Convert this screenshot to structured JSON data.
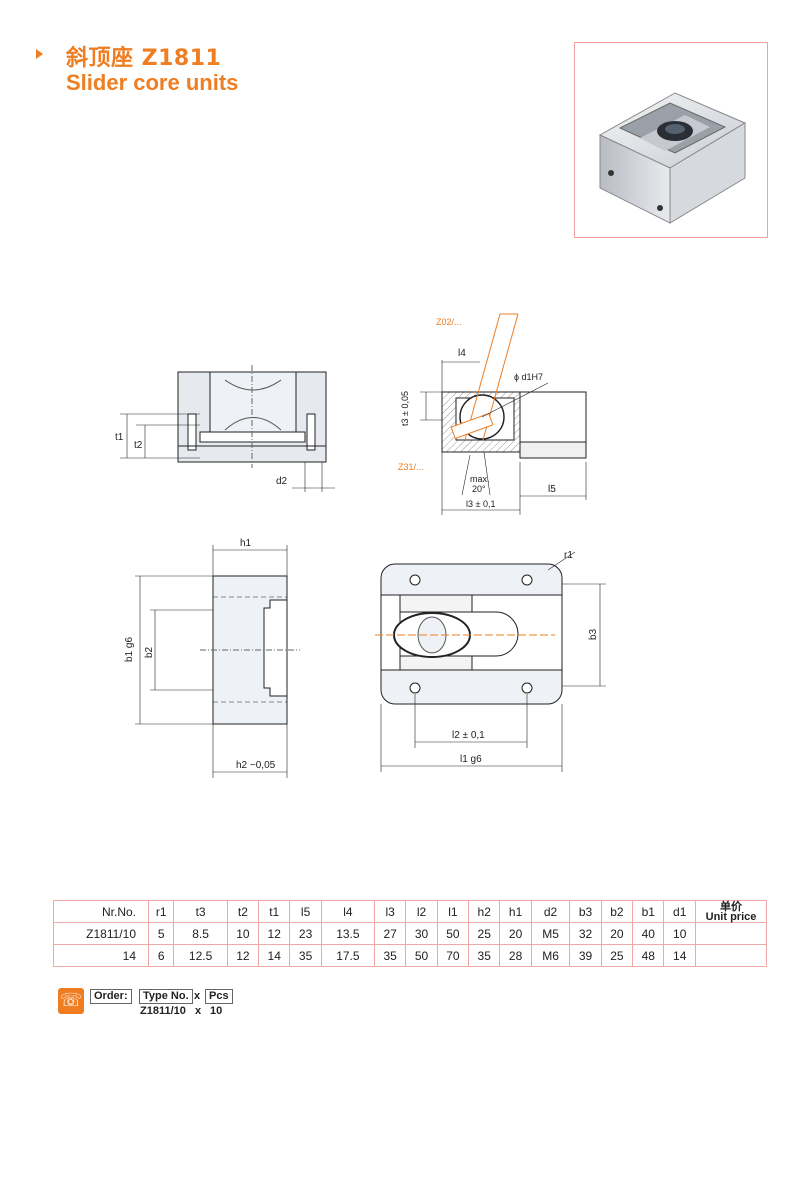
{
  "header": {
    "title_cn": "斜顶座 Z1811",
    "title_en": "Slider core units"
  },
  "colors": {
    "accent": "#ef7d22",
    "table_border": "#f0a8a8",
    "dim_orange": "#ef7d22"
  },
  "drawing_labels": {
    "t1": "t1",
    "t2": "t2",
    "d2": "d2",
    "z02": "Z02/...",
    "z31": "Z31/...",
    "l4": "l4",
    "d1": "ϕ d1H7",
    "t3": "t3 ± 0,05",
    "max": "max.",
    "angle": "20°",
    "l3": "l3 ± 0,1",
    "l5": "l5",
    "h1": "h1",
    "b1": "b1 g6",
    "b2": "b2",
    "h2": "h2 −0,05",
    "r1": "r1",
    "b3": "b3",
    "l2": "l2 ± 0,1",
    "l1": "l1 g6"
  },
  "table": {
    "headers": [
      "Nr.No.",
      "r1",
      "t3",
      "t2",
      "t1",
      "l5",
      "l4",
      "l3",
      "l2",
      "l1",
      "h2",
      "h1",
      "d2",
      "b3",
      "b2",
      "b1",
      "d1"
    ],
    "price_cn": "单价",
    "price_en": "Unit price",
    "rows": [
      [
        "Z1811/10",
        "5",
        "8.5",
        "10",
        "12",
        "23",
        "13.5",
        "27",
        "30",
        "50",
        "25",
        "20",
        "M5",
        "32",
        "20",
        "40",
        "10"
      ],
      [
        "14",
        "6",
        "12.5",
        "12",
        "14",
        "35",
        "17.5",
        "35",
        "50",
        "70",
        "35",
        "28",
        "M6",
        "39",
        "25",
        "48",
        "14"
      ]
    ]
  },
  "order": {
    "order_label": "Order:",
    "type_label": "Type No.",
    "x1": "x",
    "pcs_label": "Pcs",
    "example_type": "Z1811/10",
    "x2": "x",
    "example_qty": "10",
    "icon": "phone-order-icon"
  },
  "photo": {
    "icon": "slider-core-unit-photo"
  }
}
